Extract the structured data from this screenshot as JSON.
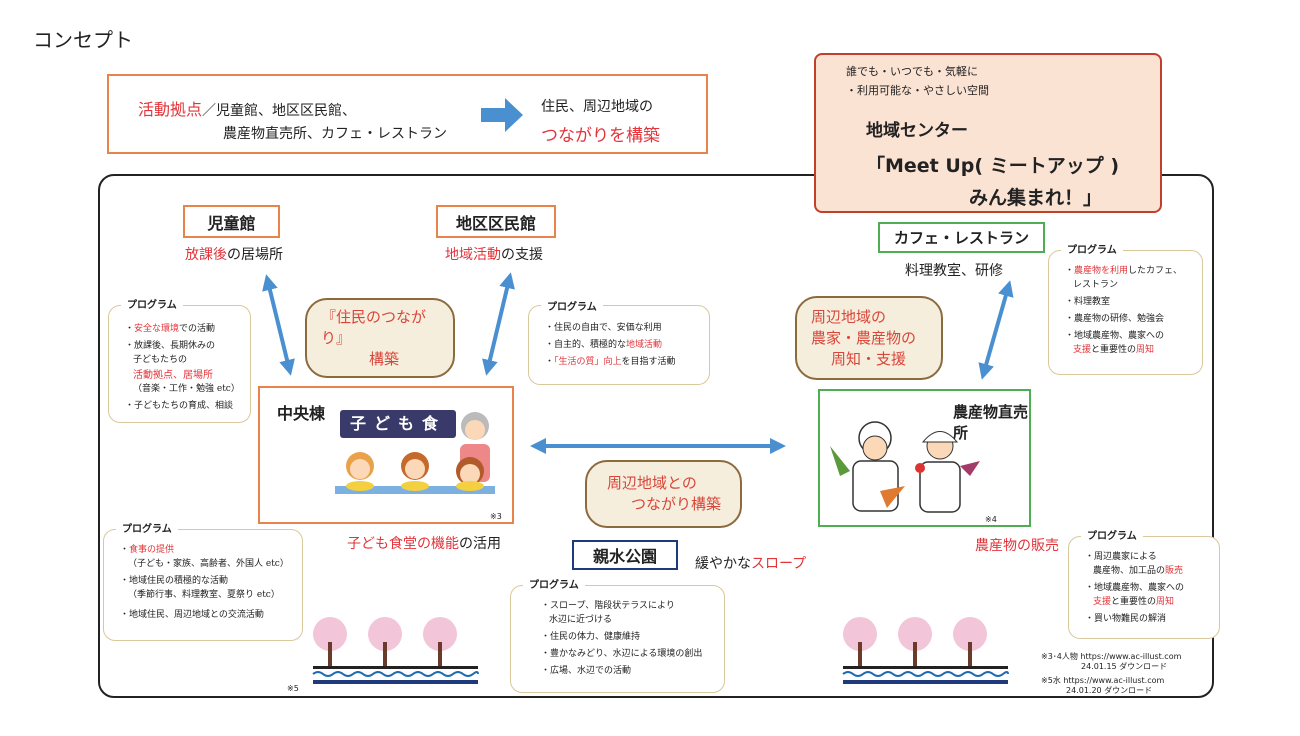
{
  "title": "コンセプト",
  "top_box": {
    "line1_red": "活動拠点",
    "line1": "／児童館、地区区民館、",
    "line2": "農産物直売所、カフェ・レストラン",
    "right1": "住民、周辺地域の",
    "right2_red": "つながりを構築"
  },
  "center_box": {
    "l1": "誰でも・いつでも・気軽に",
    "l2": "・利用可能な・やさしい空間",
    "name": "地域センター",
    "meetup": "「Meet Up( ミートアップ )",
    "slogan": "みん集まれ！」"
  },
  "jidokan": {
    "name": "児童館",
    "sub_red": "放課後",
    "sub": "の居場所"
  },
  "kumin": {
    "name": "地区区民館",
    "sub_red": "地域活動",
    "sub": "の支援"
  },
  "cafe": {
    "name": "カフェ・レストラン",
    "sub": "料理教室、研修"
  },
  "chuo": {
    "name": "中央棟",
    "sign": "子ども食堂",
    "note": "※3",
    "sub_red": "子ども食堂の機能",
    "sub": "の活用"
  },
  "chokubai": {
    "name": "農産物直売所",
    "note": "※4",
    "sub_red": "農産物の販売"
  },
  "park": {
    "name": "親水公園",
    "sub": "緩やかな",
    "sub_red": "スロープ",
    "note": "※5"
  },
  "bubbles": {
    "b1a": "『住民のつながり』",
    "b1b": "構築",
    "b2a": "周辺地域の",
    "b2b": "農家・農産物の",
    "b2c": "周知・支援",
    "b3a": "周辺地域との",
    "b3b": "つながり構築"
  },
  "program_label": "プログラム",
  "prog1": {
    "i1_red": "安全な環境",
    "i1": "での活動",
    "i2a": "・放課後、長期休みの",
    "i2b": "子どもたちの",
    "i2c_red": "活動拠点、居場所",
    "i2d": "（音楽・工作・勉強 etc）",
    "i3": "・子どもたちの育成、相談"
  },
  "prog2": {
    "i1": "・住民の自由で、安価な利用",
    "i2": "・自主的、積極的な",
    "i2_red": "地域活動",
    "i3_red": "「生活の質」向上",
    "i3": "を目指す活動"
  },
  "prog3": {
    "i1_red": "農産物を利用",
    "i1": "したカフェ、",
    "i1b": "レストラン",
    "i2": "・料理教室",
    "i3": "・農産物の研修、勉強会",
    "i4": "・地域農産物、農家への",
    "i4_red1": "支援",
    "i4b": "と重要性の",
    "i4_red2": "周知"
  },
  "prog4": {
    "i1_red": "食事の提供",
    "i1b": "（子ども・家族、高齢者、外国人 etc）",
    "i2": "・地域住民の積極的な活動",
    "i2b": "（季節行事、料理教室、夏祭り etc）",
    "i3": "・地域住民、周辺地域との交流活動"
  },
  "prog5": {
    "i1": "・スロープ、階段状テラスにより",
    "i1b": "水辺に近づける",
    "i2": "・住民の体力、健康維持",
    "i3": "・豊かなみどり、水辺による環境の創出",
    "i4": "・広場、水辺での活動"
  },
  "prog6": {
    "i1": "・周辺農家による",
    "i1b": "農産物、加工品の",
    "i1_red": "販売",
    "i2": "・地域農産物、農家への",
    "i2_red1": "支援",
    "i2b": "と重要性の",
    "i2_red2": "周知",
    "i3": "・買い物難民の解消"
  },
  "credits": {
    "c1": "※3･4人物 https://www.ac-illust.com",
    "c1b": "24.01.15 ダウンロード",
    "c2": "※5水 https://www.ac-illust.com",
    "c2b": "24.01.20 ダウンロード"
  },
  "colors": {
    "red": "#e2343a",
    "orange": "#e8844a",
    "green": "#4fae52",
    "navy": "#1f3a7a",
    "arrow": "#4a90d0"
  }
}
